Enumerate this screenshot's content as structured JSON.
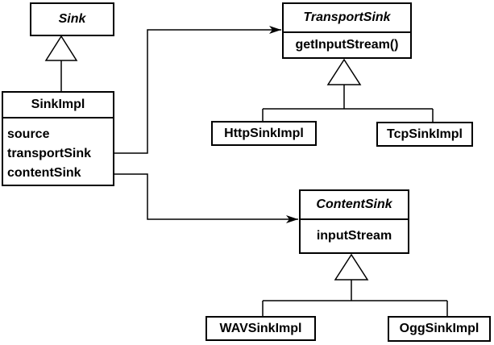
{
  "diagram": {
    "kind": "uml-class-diagram",
    "colors": {
      "background": "#ffffff",
      "line": "#000000",
      "box_fill": "#ffffff"
    },
    "classes": {
      "sink": {
        "name": "Sink",
        "abstract": true
      },
      "sinkImpl": {
        "name": "SinkImpl",
        "attributes": [
          "source",
          "transportSink",
          "contentSink"
        ]
      },
      "transportSink": {
        "name": "TransportSink",
        "abstract": true,
        "methods": [
          "getInputStream()"
        ]
      },
      "httpSinkImpl": {
        "name": "HttpSinkImpl"
      },
      "tcpSinkImpl": {
        "name": "TcpSinkImpl"
      },
      "contentSink": {
        "name": "ContentSink",
        "abstract": true,
        "attributes": [
          "inputStream"
        ]
      },
      "wavSinkImpl": {
        "name": "WAVSinkImpl"
      },
      "oggSinkImpl": {
        "name": "OggSinkImpl"
      }
    },
    "relationships": [
      {
        "type": "generalization",
        "from": "SinkImpl",
        "to": "Sink"
      },
      {
        "type": "generalization",
        "from": "HttpSinkImpl",
        "to": "TransportSink"
      },
      {
        "type": "generalization",
        "from": "TcpSinkImpl",
        "to": "TransportSink"
      },
      {
        "type": "generalization",
        "from": "WAVSinkImpl",
        "to": "ContentSink"
      },
      {
        "type": "generalization",
        "from": "OggSinkImpl",
        "to": "ContentSink"
      },
      {
        "type": "association",
        "from": "SinkImpl.transportSink",
        "to": "TransportSink"
      },
      {
        "type": "association",
        "from": "SinkImpl.contentSink",
        "to": "ContentSink"
      }
    ]
  }
}
